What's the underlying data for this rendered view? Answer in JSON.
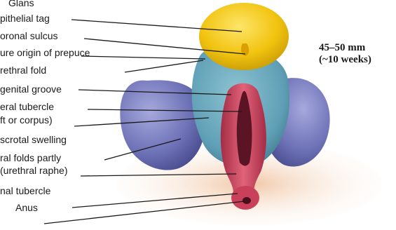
{
  "stage": {
    "size": "45–50 mm",
    "age": "(~10 weeks)"
  },
  "labels": [
    {
      "id": "glans",
      "text": "Glans"
    },
    {
      "id": "epithelial-tag",
      "text": "pithelial tag"
    },
    {
      "id": "coronal-sulcus",
      "text": "oronal sulcus"
    },
    {
      "id": "prepuce-origin",
      "text": "ure origin of prepuce"
    },
    {
      "id": "urethral-fold",
      "text": "rethral fold"
    },
    {
      "id": "urogenital-groove",
      "text": "genital groove"
    },
    {
      "id": "genital-tubercle-1",
      "text": "eral tubercle"
    },
    {
      "id": "genital-tubercle-2",
      "text": "ft or corpus)"
    },
    {
      "id": "scrotal-swelling",
      "text": "scrotal swelling"
    },
    {
      "id": "fused-folds-1",
      "text": "ral folds partly"
    },
    {
      "id": "fused-folds-2",
      "text": "(urethral raphe)"
    },
    {
      "id": "anal-tubercle",
      "text": "nal tubercle"
    },
    {
      "id": "anus",
      "text": "Anus"
    }
  ],
  "colors": {
    "glans": "#f2c410",
    "shaft": "#5f9fb5",
    "scrotal_swelling": "#6f73b8",
    "urethral_fold": "#c8405a",
    "perineum": "#e6b08a",
    "leader": "#1a1a1a"
  }
}
